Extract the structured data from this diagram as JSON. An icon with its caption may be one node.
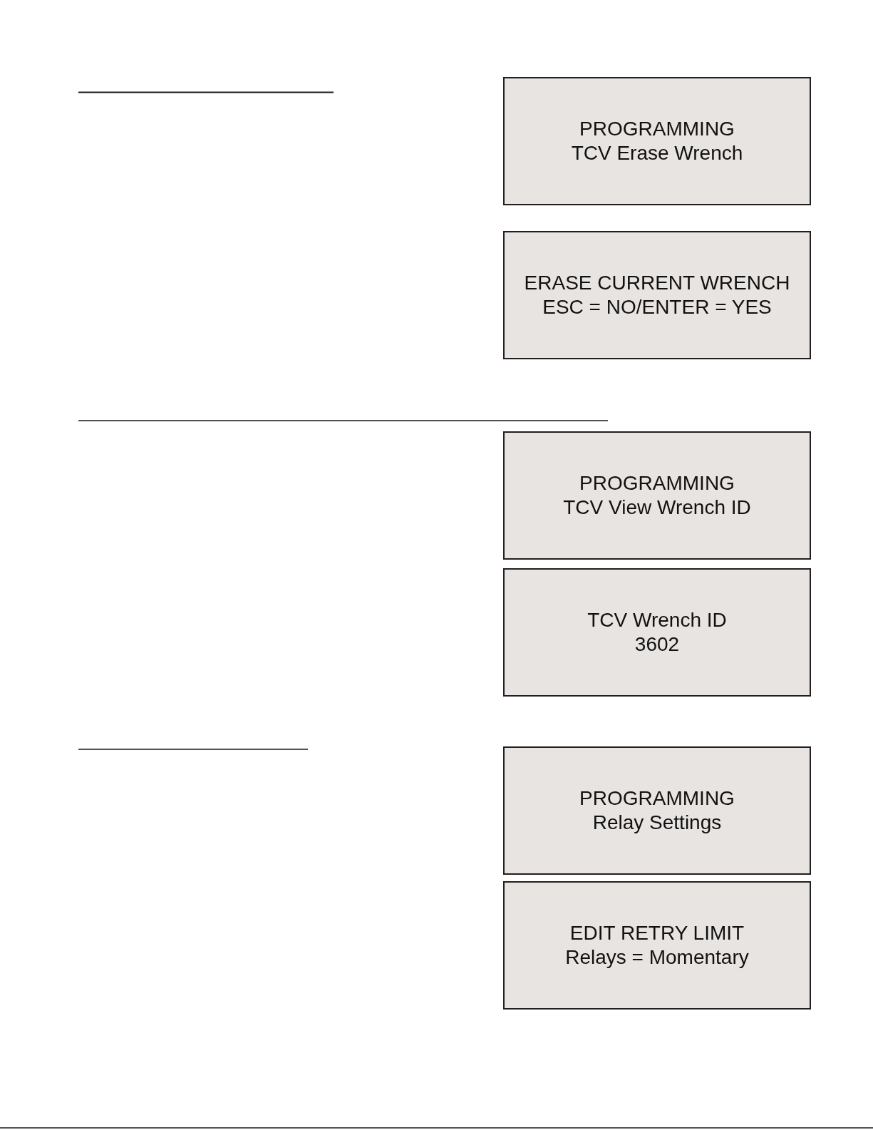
{
  "diagram": {
    "nodes": [
      {
        "text": [
          "PROGRAMMING",
          "TCV Erase Wrench"
        ]
      },
      {
        "text": [
          "ERASE CURRENT WRENCH",
          "ESC = NO/ENTER = YES"
        ]
      },
      {
        "text": [
          "PROGRAMMING",
          "TCV View Wrench ID"
        ]
      },
      {
        "text": [
          "TCV Wrench ID",
          "3602"
        ]
      },
      {
        "text": [
          "PROGRAMMING",
          "Relay Settings"
        ]
      },
      {
        "text": [
          "EDIT RETRY LIMIT",
          "Relays = Momentary"
        ]
      }
    ]
  }
}
